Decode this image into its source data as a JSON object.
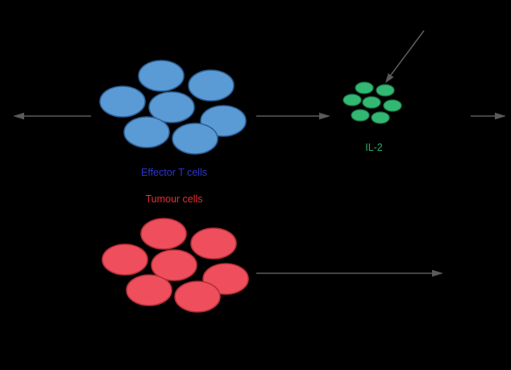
{
  "diagram": {
    "labels": {
      "effector": "Effector T cells",
      "il2": "IL-2",
      "tumour": "Tumour cells"
    }
  },
  "colors": {
    "background": "#000000",
    "effector_fill": "#5b9bd5",
    "effector_stroke": "#2e6096",
    "il2_fill": "#33b873",
    "il2_stroke": "#1d7a4a",
    "tumour_fill": "#ef4f5c",
    "tumour_stroke": "#b62f3a",
    "arrow": "#5a5a5a",
    "effector_label": "#2d35c8",
    "il2_label": "#2dab68",
    "tumour_label": "#e62e36"
  }
}
